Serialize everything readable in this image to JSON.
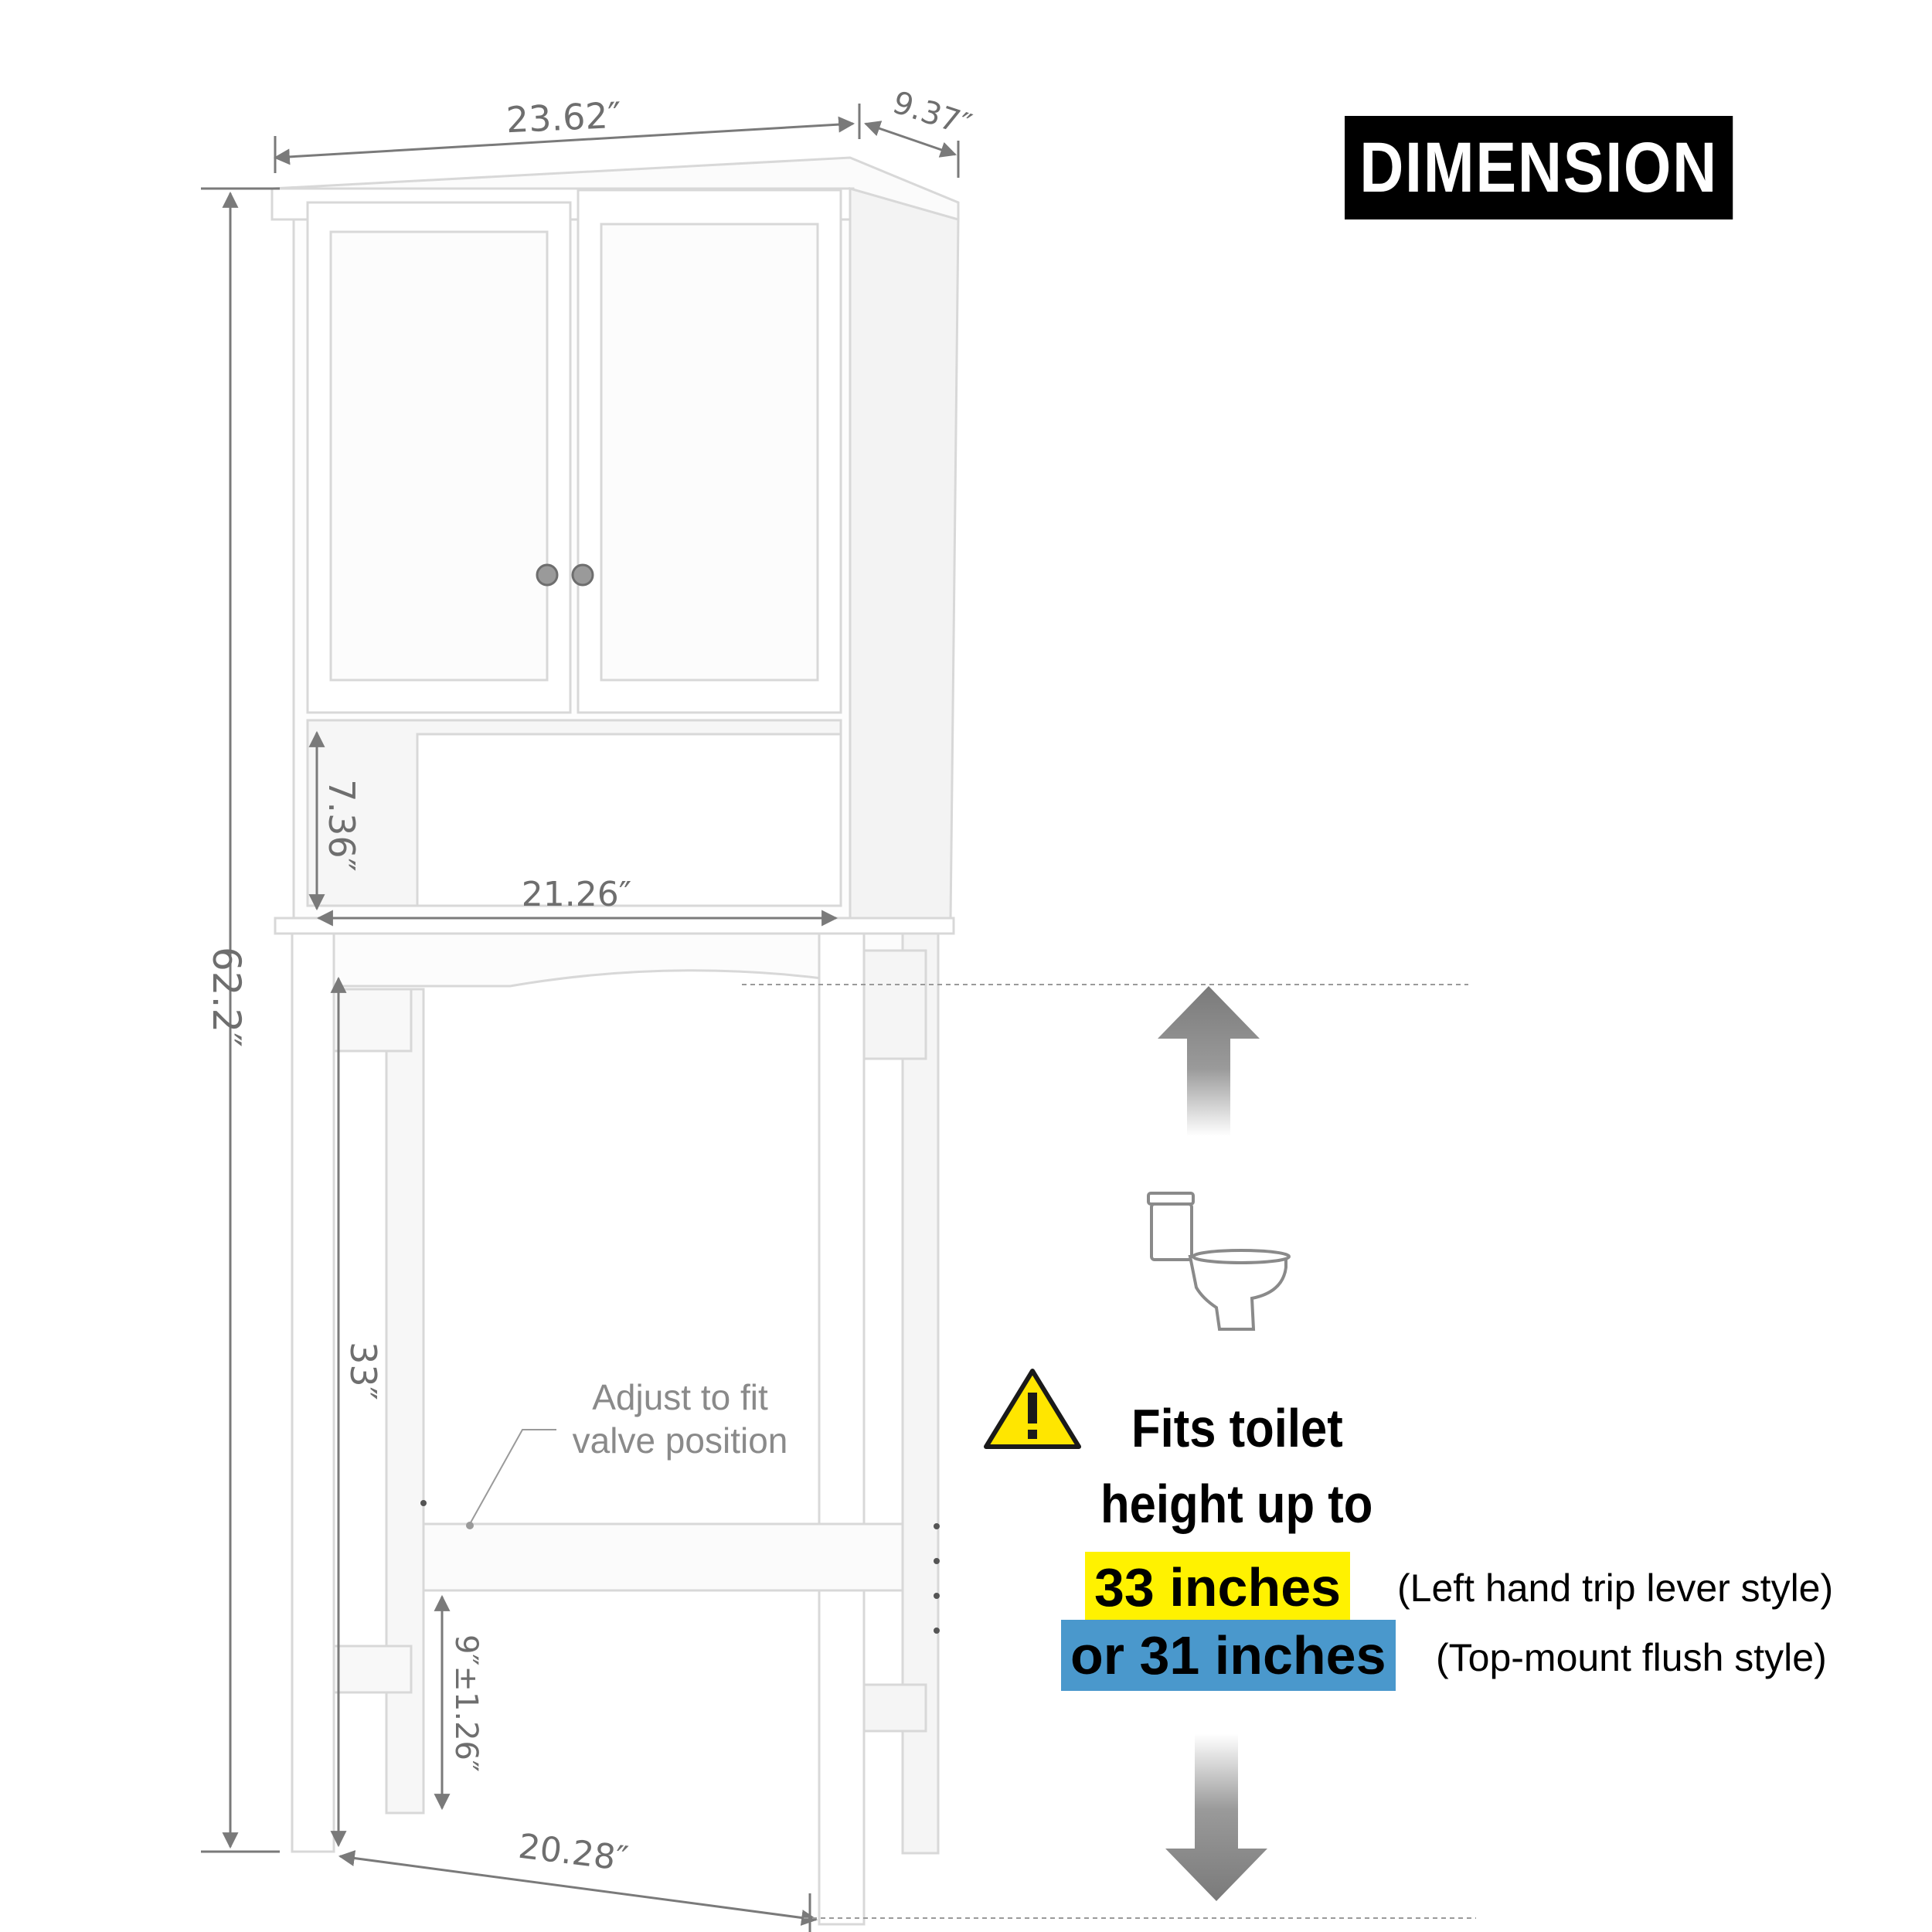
{
  "title": "DIMENSION",
  "dimensions": {
    "top_width": "23.62″",
    "depth": "9.37″",
    "total_height": "62.2″",
    "shelf_height": "7.36″",
    "shelf_width": "21.26″",
    "leg_clearance": "33″",
    "bar_height": "9″±1.26″",
    "base_width": "20.28″"
  },
  "adjust_note": {
    "line1": "Adjust to fit",
    "line2": "valve position"
  },
  "fits": {
    "line1": "Fits toilet",
    "line2": "height up to",
    "option1_value": "33 inches",
    "option1_note": "(Left hand trip lever style)",
    "option2_value": "or 31 inches",
    "option2_note": "(Top-mount flush style)"
  },
  "icons": [
    "warning-icon",
    "toilet-icon",
    "arrow-up-icon",
    "arrow-down-icon"
  ],
  "colors": {
    "highlight_yellow": "#fff200",
    "highlight_blue": "#4a98cc",
    "warning_yellow": "#ffe600",
    "badge_bg": "#000000"
  }
}
